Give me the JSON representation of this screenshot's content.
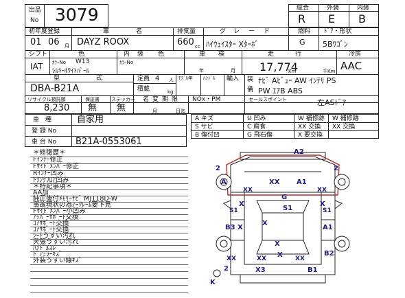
{
  "header": {
    "shutsupin_label": "出品",
    "no_label": "No",
    "lot_number": "3079",
    "grade_labels": [
      "総合",
      "外装",
      "内装"
    ],
    "grade_values": [
      "R",
      "E",
      "B"
    ]
  },
  "row1": {
    "labels": [
      "初年度登録",
      "車",
      "名",
      "排気量",
      "グ",
      "レ",
      "ー",
      "ド",
      "燃料",
      "ﾄﾞｱ・形状"
    ],
    "year": "01",
    "month": "06",
    "month_unit": "月",
    "car_name": "DAYZ ROOX",
    "displacement": "660",
    "cc_unit": "cc",
    "grade": "ﾊｲｳｪｲｽﾀｰ Xﾀｰﾎﾞ",
    "fuel": "G",
    "door_shape": "5Bﾜｺﾞﾝ"
  },
  "row2": {
    "labels": [
      "シフト",
      "色",
      "内",
      "装",
      "色",
      "車",
      "検",
      "走",
      "行",
      "冷房"
    ],
    "shift": "IAT",
    "color_no_label": "ｶﾗｰNo",
    "color_no": "W13",
    "color_name": "ｼﾙｷｰﾎﾜｲﾄﾊﾟｰﾙ",
    "int_color_no_label": "ｶﾗｰNo",
    "year_unit": "年",
    "month_unit": "月",
    "mileage": "17,774",
    "km_unit": "Km",
    "thousand_km": "千Km",
    "aircon": "AAC"
  },
  "row3": {
    "katashiki_label": "型",
    "shiki_label": "式",
    "model_code": "DBA-B21A",
    "capacity_label": "定員",
    "capacity": "4",
    "person_unit": "人",
    "loading_label": "積載",
    "kg_unit": "kg",
    "model_year_label": "ﾓﾃﾞﾙ年",
    "handle_label": "ﾊﾝﾄﾞﾙ",
    "import_label": "輸入",
    "soubi_label": "装",
    "bi_label": "備",
    "equipment": [
      "ﾅﾋﾞ Aﾋﾞｭｰ AW ｲﾝﾃﾘ PS",
      "PW ｴｱB ABS"
    ]
  },
  "row4": {
    "labels": [
      "リサイクル預託額",
      "保証書",
      "ステッカー",
      "名",
      "変",
      "期",
      "限",
      "NOx・PM",
      "セールスポイント"
    ],
    "recycle_fee": "8,230",
    "warranty": "無",
    "sticker": "無",
    "month_unit": "月",
    "day_unit": "日迄",
    "sales_point": "左ASﾄﾞｱ"
  },
  "reg": {
    "usage_label": "車　種",
    "usage": "自家用",
    "reg_no_label": "登 録 No",
    "chassis_label": "車 台 No",
    "chassis_no": "B21A-0553061"
  },
  "legend": [
    [
      "A",
      "キズ",
      "U",
      "凹み",
      "W",
      "補修跡"
    ],
    [
      "S",
      "サビ",
      "C",
      "腐食",
      "XX",
      "交換"
    ],
    [
      "B",
      "傷付凹",
      "G",
      "飛石傷",
      "X",
      "要交換"
    ]
  ],
  "legend_rows": [
    [
      "A キズ",
      "U 凹み",
      "W 補修跡"
    ],
    [
      "S サビ",
      "C 腐食",
      "XX 交換"
    ],
    [
      "B 傷付凹",
      "G 飛石傷",
      "X 要交換"
    ]
  ],
  "legend_extra": [
    "W 補修跡",
    "XX 交換"
  ],
  "notes": [
    "＊修復歴＊",
    "Fｲﾝﾅｰ修正",
    "Fｻｲﾄﾞﾒﾝﾊﾞｰ修正",
    "Rｲﾝﾅｰ凹み",
    "ﾄﾗﾝｸﾌﾛｱ凹み",
    "＊特記事項＊",
    "AA加",
    "純正後付ﾒﾓﾘｰﾅﾋﾞ MJ118D-W",
    "事故現状の為ﾉｰｸﾚｰﾑ要下見",
    "Fｻｲﾄﾞﾒﾝﾊﾞｰ小凹み",
    "ｱｯﾊﾟｰｻﾎﾟｰﾄ交換",
    "ｺｱｻﾎﾟｰﾄ交換",
    "ｺｱｻﾎﾟｰﾄ交換",
    "ｼｰﾄうすい汚れ",
    "天張うすい汚れ",
    "ﾊﾝﾄﾞﾙｽﾚ",
    "ﾄﾞｱﾐﾗｰｷｽﾞ",
    "外装うすい線ｷｽﾞ"
  ],
  "diagram": {
    "marks": [
      "A2",
      "2",
      "A",
      "XX",
      "XX",
      "A1",
      "XX",
      "2",
      "G",
      "X",
      "S1",
      "X",
      "S1",
      "S1",
      "B3 X",
      "X",
      "A1",
      "X",
      "X",
      "XX",
      "XX",
      "B2",
      "XX",
      "X3",
      "B1",
      "2",
      "K"
    ]
  },
  "colors": {
    "line": "#222222",
    "mark": "#1a1a8a",
    "damage": "#cc2222"
  }
}
